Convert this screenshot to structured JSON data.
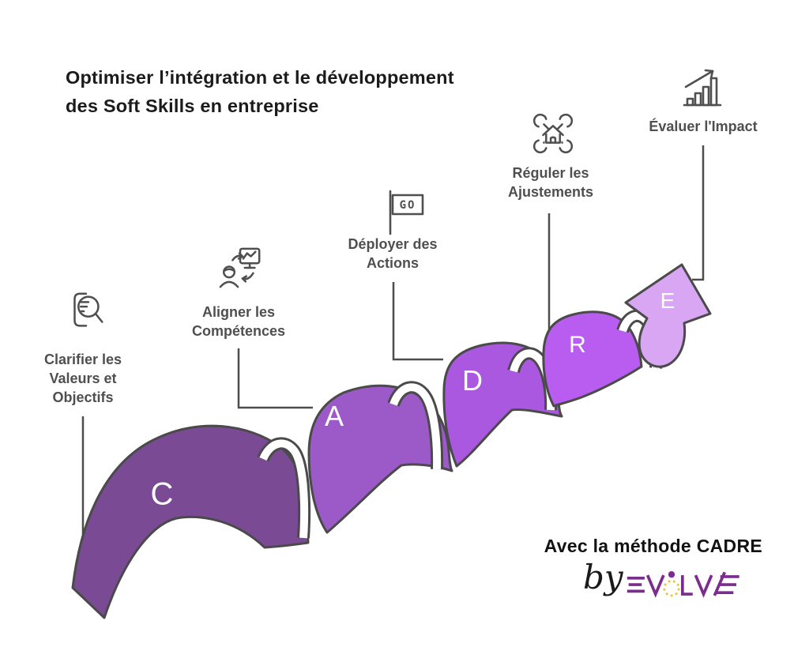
{
  "title": {
    "line1": "Optimiser l’intégration et le développement",
    "line2": "des Soft Skills en entreprise"
  },
  "steps": [
    {
      "letter": "C",
      "label": "Clarifier les Valeurs et Objectifs",
      "icon": "document-magnifier-icon",
      "color": "#7b4a94"
    },
    {
      "letter": "A",
      "label": "Aligner les Compétences",
      "icon": "person-sync-monitor-icon",
      "color": "#9b5ac8"
    },
    {
      "letter": "D",
      "label": "Déployer des Actions",
      "icon": "go-flag-icon",
      "color": "#aa58df"
    },
    {
      "letter": "R",
      "label": "Réguler les Ajustements",
      "icon": "wrenches-house-icon",
      "color": "#b95cf0"
    },
    {
      "letter": "E",
      "label": "Évaluer l'Impact",
      "icon": "growth-chart-icon",
      "color": "#d9a6f4"
    }
  ],
  "flag_text": "GO",
  "footer": {
    "method_text": "Avec la méthode CADRE",
    "by_text": "by",
    "brand": "EVOLVE"
  },
  "colors": {
    "outline": "#4a4a4a",
    "connector": "#4d4d4d",
    "label_text": "#4f4f4f",
    "brand_purple": "#7b2c8f",
    "brand_yellow": "#e9c53a"
  }
}
